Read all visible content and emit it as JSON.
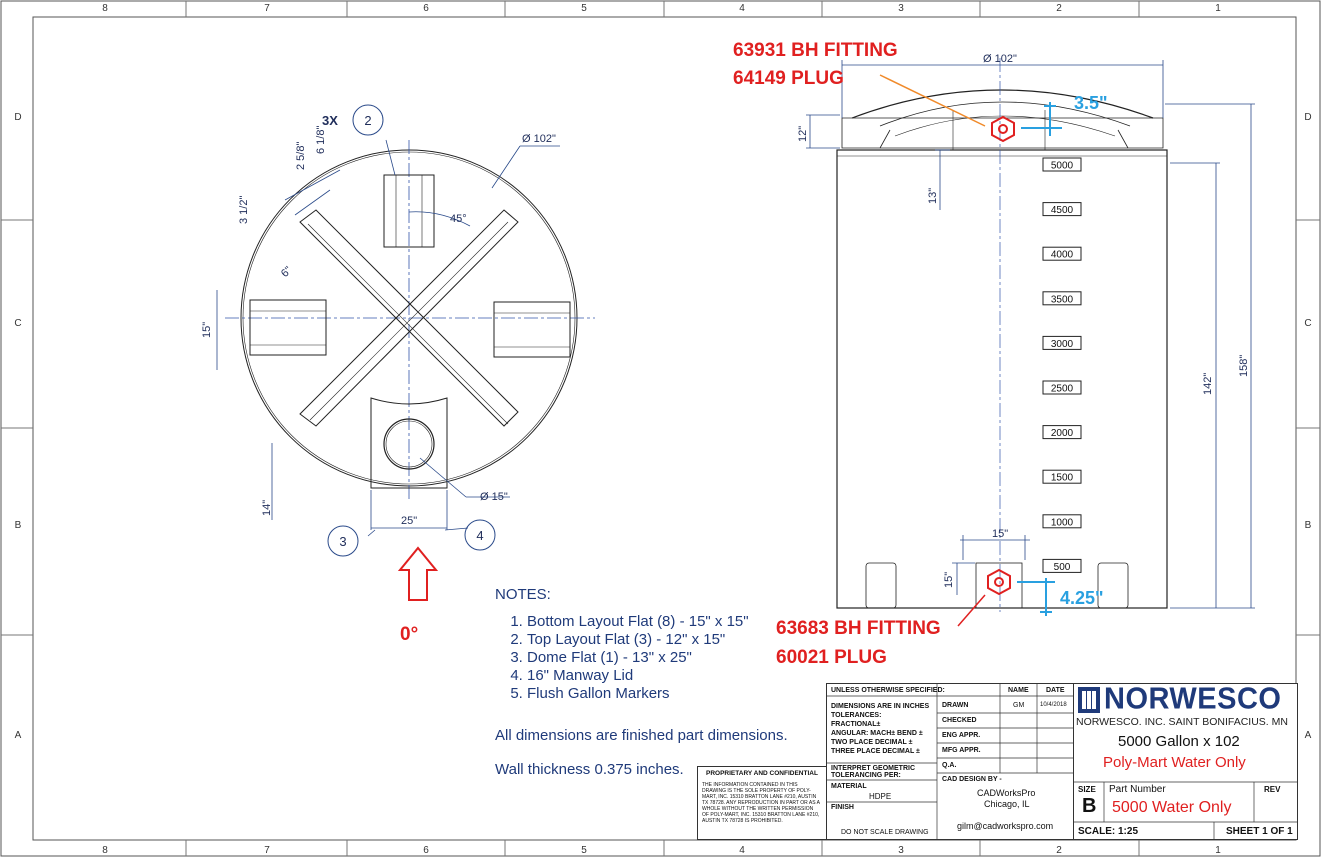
{
  "border": {
    "top_numbers": [
      "8",
      "7",
      "6",
      "5",
      "4",
      "3",
      "2",
      "1"
    ],
    "bottom_numbers": [
      "8",
      "7",
      "6",
      "5",
      "4",
      "3",
      "2",
      "1"
    ],
    "side_letters": [
      "D",
      "C",
      "B",
      "A"
    ]
  },
  "top_view": {
    "qty_label": "3X",
    "balloons": [
      "2",
      "3",
      "4"
    ],
    "diameter": "Ø 102\"",
    "diameter_manway": "Ø 15\"",
    "dims": {
      "d_6_1_8": "6 1/8\"",
      "d_2_5_8": "2 5/8\"",
      "d_3_1_2": "3 1/2\"",
      "d_6": "6\"",
      "d_45": "45°",
      "d_15": "15\"",
      "d_14": "14\"",
      "d_25": "25\""
    },
    "zero_label": "0°"
  },
  "side_view": {
    "diameter": "Ø 102\"",
    "dims": {
      "d_12": "12\"",
      "d_13": "13\"",
      "d_142": "142\"",
      "d_158": "158\"",
      "d_15w": "15\"",
      "d_15h": "15\""
    },
    "gallon_markers": [
      "5000",
      "4500",
      "4000",
      "3500",
      "3000",
      "2500",
      "2000",
      "1500",
      "1000",
      "500"
    ]
  },
  "callouts": {
    "top_fitting": "63931 BH FITTING",
    "top_plug": "64149 PLUG",
    "top_dim": "3.5\"",
    "bottom_fitting": "63683 BH FITTING",
    "bottom_plug": "60021 PLUG",
    "bottom_dim": "4.25\""
  },
  "notes": {
    "header": "NOTES:",
    "items": [
      "Bottom Layout Flat (8) - 15\" x 15\"",
      "Top Layout Flat (3) - 12\" x 15\"",
      "Dome Flat (1) - 13\" x 25\"",
      "16\" Manway Lid",
      "Flush Gallon Markers"
    ],
    "line1": "All dimensions are finished part dimensions.",
    "line2": "Wall thickness 0.375 inches."
  },
  "title_block": {
    "proprietary_title": "PROPRIETARY AND CONFIDENTIAL",
    "proprietary_text": "THE INFORMATION CONTAINED IN THIS DRAWING IS THE SOLE PROPERTY OF POLY-MART, INC. 15310 BRATTON LANE #210, AUSTIN TX 78728. ANY REPRODUCTION IN PART OR AS A WHOLE WITHOUT THE WRITTEN PERMISSION OF POLY-MART, INC. 15310 BRATTON LANE #210, AUSTIN TX 78728 IS PROHIBITED.",
    "unless": "UNLESS OTHERWISE SPECIFIED:",
    "dims_in": "DIMENSIONS ARE IN INCHES",
    "tolerances": "TOLERANCES:",
    "fractional": "FRACTIONAL±",
    "angular": "ANGULAR: MACH±    BEND ±",
    "two_place": "TWO PLACE DECIMAL   ±",
    "three_place": "THREE PLACE DECIMAL  ±",
    "interpret": "INTERPRET GEOMETRIC TOLERANCING PER:",
    "material_label": "MATERIAL",
    "material": "HDPE",
    "finish": "FINISH",
    "no_scale": "DO NOT SCALE DRAWING",
    "name_hdr": "NAME",
    "date_hdr": "DATE",
    "drawn": "DRAWN",
    "drawn_name": "GM",
    "drawn_date": "10/4/2018",
    "checked": "CHECKED",
    "eng_appr": "ENG APPR.",
    "mfg_appr": "MFG APPR.",
    "qa": "Q.A.",
    "cad_by": "CAD DESIGN BY -",
    "cad_company": "CADWorksPro",
    "cad_city": "Chicago, IL",
    "cad_email": "gilm@cadworkspro.com",
    "brand": "NORWESCO",
    "company_line": "NORWESCO. INC.  SAINT BONIFACIUS. MN",
    "product": "5000 Gallon  x 102",
    "customer": "Poly-Mart Water Only",
    "size_label": "SIZE",
    "size": "B",
    "part_label": "Part Number",
    "part": "5000 Water Only",
    "rev_label": "REV",
    "scale": "SCALE: 1:25",
    "sheet": "SHEET 1 OF 1"
  }
}
